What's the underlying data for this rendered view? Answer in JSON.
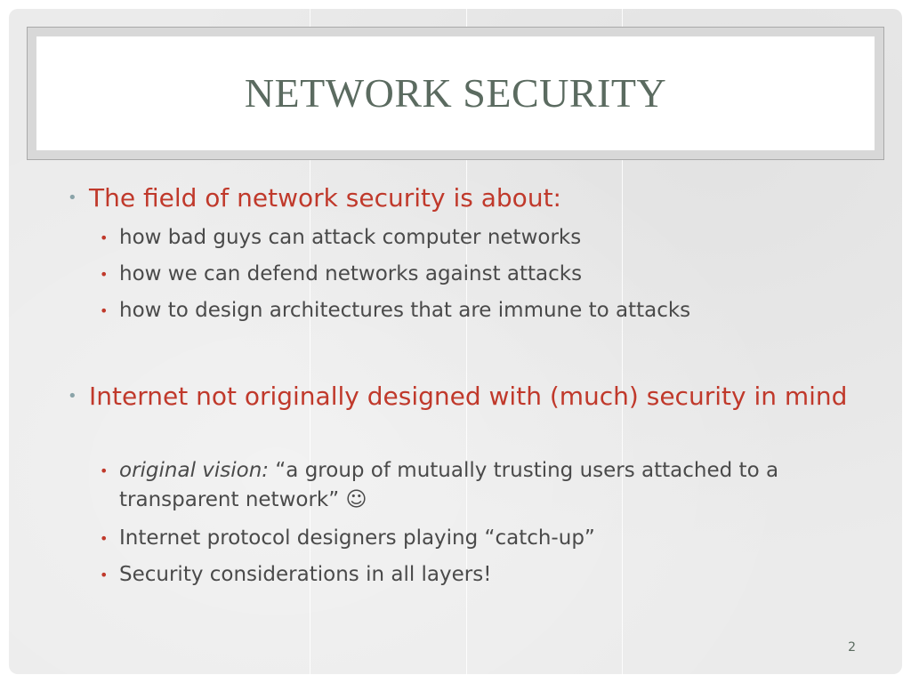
{
  "slide": {
    "title": "NETWORK SECURITY",
    "page_number": "2",
    "bullet_glyph": "•",
    "colors": {
      "title": "#5b6b60",
      "level1_text": "#c0392b",
      "level2_text": "#4a4a4a",
      "level1_bullet": "#8aa3a8",
      "level2_bullet": "#c0392b",
      "background": "#ebebeb"
    },
    "bullets": [
      {
        "text": "The field of network security is about:",
        "sub": [
          {
            "text": "how bad guys can attack computer networks"
          },
          {
            "text": "how we can defend networks against attacks"
          },
          {
            "text": "how to design architectures that are immune to attacks"
          }
        ]
      },
      {
        "text": "Internet not originally designed with (much) security in mind",
        "sub": [
          {
            "emphasis": "original vision:",
            "text": " “a group of mutually trusting users attached to a transparent network” ☺"
          },
          {
            "text": "Internet protocol designers playing “catch-up”"
          },
          {
            "text": "Security considerations in all layers!"
          }
        ]
      }
    ]
  }
}
